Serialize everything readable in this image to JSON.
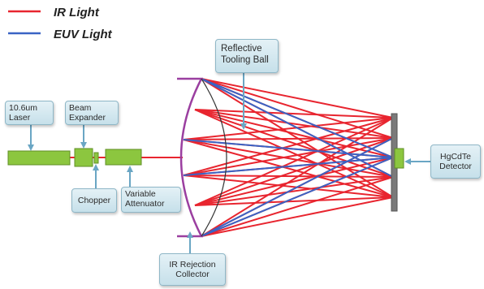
{
  "legend": [
    {
      "label": "IR Light",
      "color": "#e8252f"
    },
    {
      "label": "EUV Light",
      "color": "#3a63c4"
    }
  ],
  "callouts": {
    "laser": "10.6um Laser",
    "beam_expander": "Beam Expander",
    "chopper": "Chopper",
    "variable_attenuator": "Variable Attenuator",
    "tooling_ball": "Reflective Tooling Ball",
    "detector": "HgCdTe Detector",
    "collector": "IR Rejection Collector"
  },
  "colors": {
    "ir": "#e8252f",
    "euv": "#3a63c4",
    "component": "#8cc63f",
    "collector": "#9b3fa0",
    "detector_bar": "#7a7a7a",
    "callout_fill": "#d4e8f0",
    "arrow": "#6aa6c4"
  }
}
